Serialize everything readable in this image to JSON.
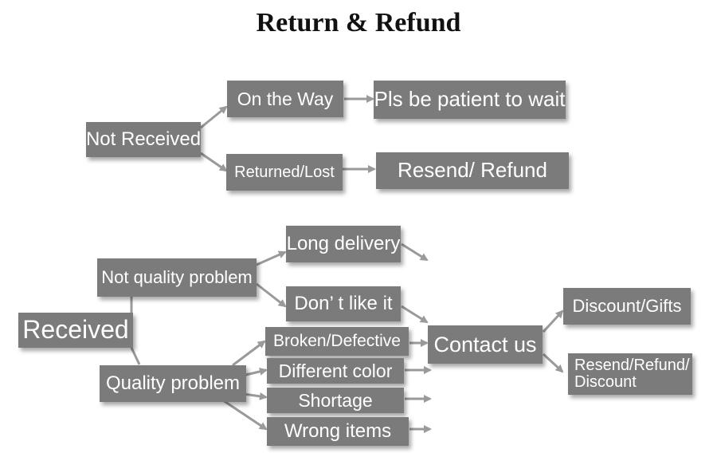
{
  "title": "Return & Refund",
  "nodes": {
    "not_received": "Not Received",
    "on_the_way": "On the Way",
    "pls_wait": "Pls be patient to wait",
    "returned_lost": "Returned/Lost",
    "resend_refund": "Resend/ Refund",
    "received": "Received",
    "not_quality_problem": "Not quality problem",
    "long_delivery": "Long delivery",
    "dont_like_it": "Don’ t like it",
    "quality_problem": "Quality problem",
    "broken_defective": "Broken/Defective",
    "different_color": "Different color",
    "shortage": "Shortage",
    "wrong_items": "Wrong items",
    "contact_us": "Contact us",
    "discount_gifts": "Discount/Gifts",
    "resend_refund_discount": "Resend/Refund/ Discount"
  },
  "colors": {
    "box": "#7b7b7b",
    "arrow": "#9a9a9a",
    "text": "#ffffff"
  }
}
